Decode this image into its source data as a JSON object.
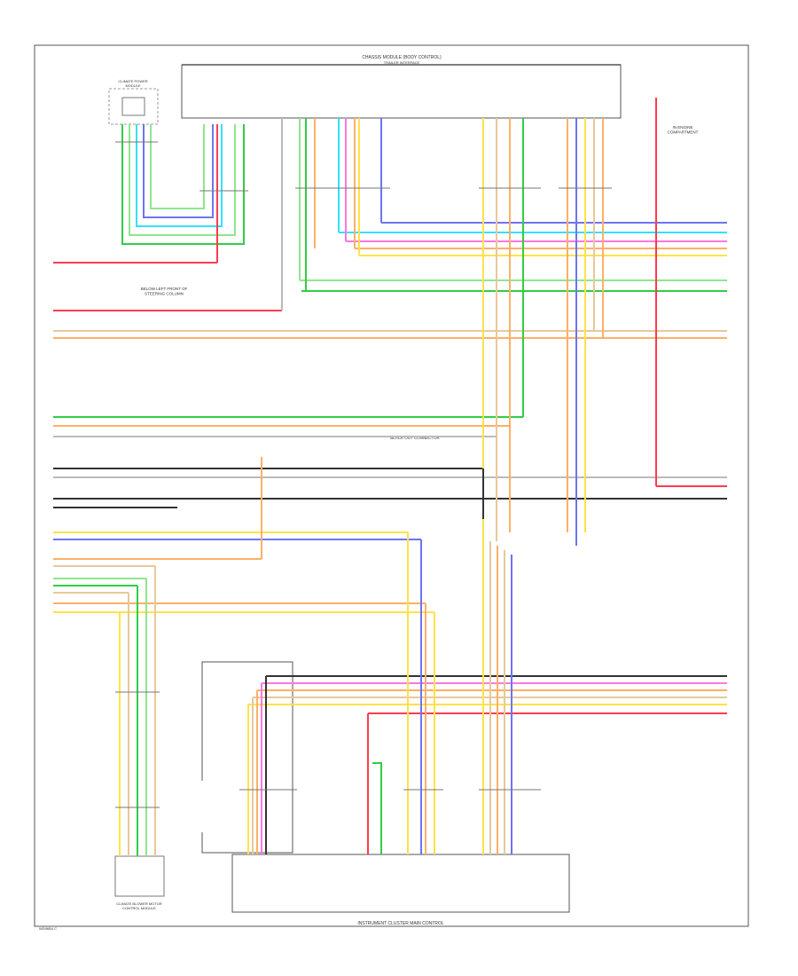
{
  "colors": {
    "frame": "#555555",
    "wire_red": "#ff3b4f",
    "wire_green": "#33cc44",
    "wire_light_green": "#8ee68e",
    "wire_blue": "#6f74f0",
    "wire_cyan": "#33e0ff",
    "wire_yellow": "#ffe24a",
    "wire_orange": "#ffb066",
    "wire_tan": "#e8c89a",
    "wire_pink": "#ff77e0",
    "wire_black": "#333333",
    "wire_gray": "#9a9a9a"
  },
  "labels": {
    "top_module": "CHASSIS MODULE (BODY CONTROL)",
    "top_module_sub": "TRAILER INTERFACE",
    "top_left_box": "CLIMATE POWER\nMODULE",
    "bottom_module": "INSTRUMENT CLUSTER MAIN CONTROL",
    "bottom_left_box": "CLIMATE BLOWER MOTOR\nCONTROL MODULE",
    "left_note": "BELOW LEFT FRONT OF\nSTEERING COLUMN",
    "right_note": "IN ENGINE\nCOMPARTMENT",
    "center_note": "BLACK OUT CONNECTOR",
    "page_code": "WD96B4 C"
  }
}
